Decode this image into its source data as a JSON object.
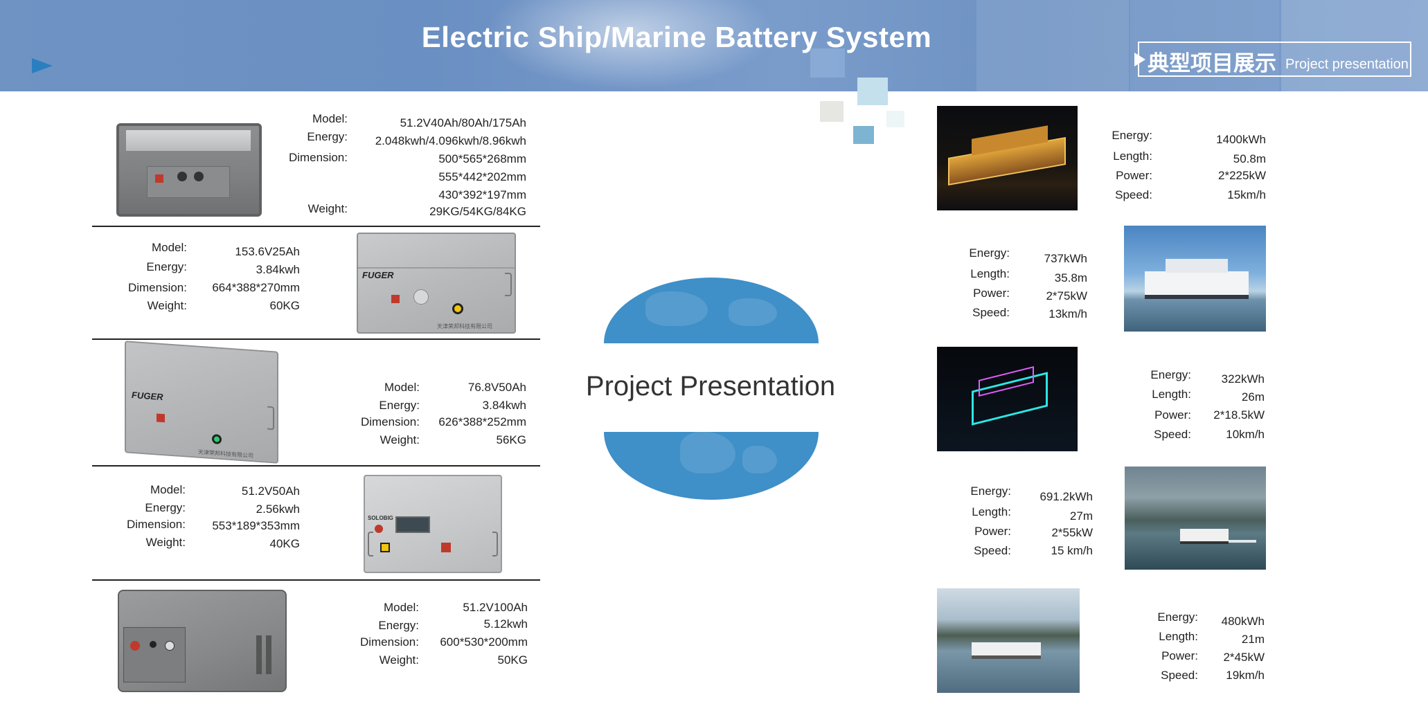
{
  "header": {
    "title": "Electric Ship/Marine Battery System",
    "badge_cn": "典型项目展示",
    "badge_en": "Project presentation"
  },
  "center": {
    "title": "Project Presentation"
  },
  "products": [
    {
      "labels": [
        "Model:",
        "Energy:",
        "Dimension:",
        "Weight:"
      ],
      "model": "51.2V40Ah/80Ah/175Ah",
      "energy": "2.048kwh/4.096kwh/8.96kwh",
      "dimensions": [
        "500*565*268mm",
        "555*442*202mm",
        "430*392*197mm"
      ],
      "weight": "29KG/54KG/84KG"
    },
    {
      "model": "153.6V25Ah",
      "energy": "3.84kwh",
      "dimension": "664*388*270mm",
      "weight": "60KG",
      "brand_logo": "FUGER",
      "maker_text": "天津荣邦科技有限公司"
    },
    {
      "model": "76.8V50Ah",
      "energy": "3.84kwh",
      "dimension": "626*388*252mm",
      "weight": "56KG",
      "brand_logo": "FUGER",
      "maker_text": "天津荣邦科技有限公司"
    },
    {
      "model": "51.2V50Ah",
      "energy": "2.56kwh",
      "dimension": "553*189*353mm",
      "weight": "40KG",
      "brand_logo": "SOLOBIG"
    },
    {
      "model": "51.2V100Ah",
      "energy": "5.12kwh",
      "dimension": "600*530*200mm",
      "weight": "50KG"
    }
  ],
  "ships": [
    {
      "labels": [
        "Energy:",
        "Length:",
        "Power:",
        "Speed:"
      ],
      "energy": "1400kWh",
      "length": "50.8m",
      "power": "2*225kW",
      "speed": "15km/h"
    },
    {
      "energy": "737kWh",
      "length": "35.8m",
      "power": "2*75kW",
      "speed": "13km/h"
    },
    {
      "energy": "322kWh",
      "length": "26m",
      "power": "2*18.5kW",
      "speed": "10km/h"
    },
    {
      "energy": "691.2kWh",
      "length": "27m",
      "power": "2*55kW",
      "speed": "15 km/h"
    },
    {
      "energy": "480kWh",
      "length": "21m",
      "power": "2*45kW",
      "speed": "19km/h"
    }
  ],
  "colors": {
    "header_blue": "#6f93c3",
    "globe_blue": "#3f8fc8",
    "play_icon": "#2a7fc0"
  }
}
